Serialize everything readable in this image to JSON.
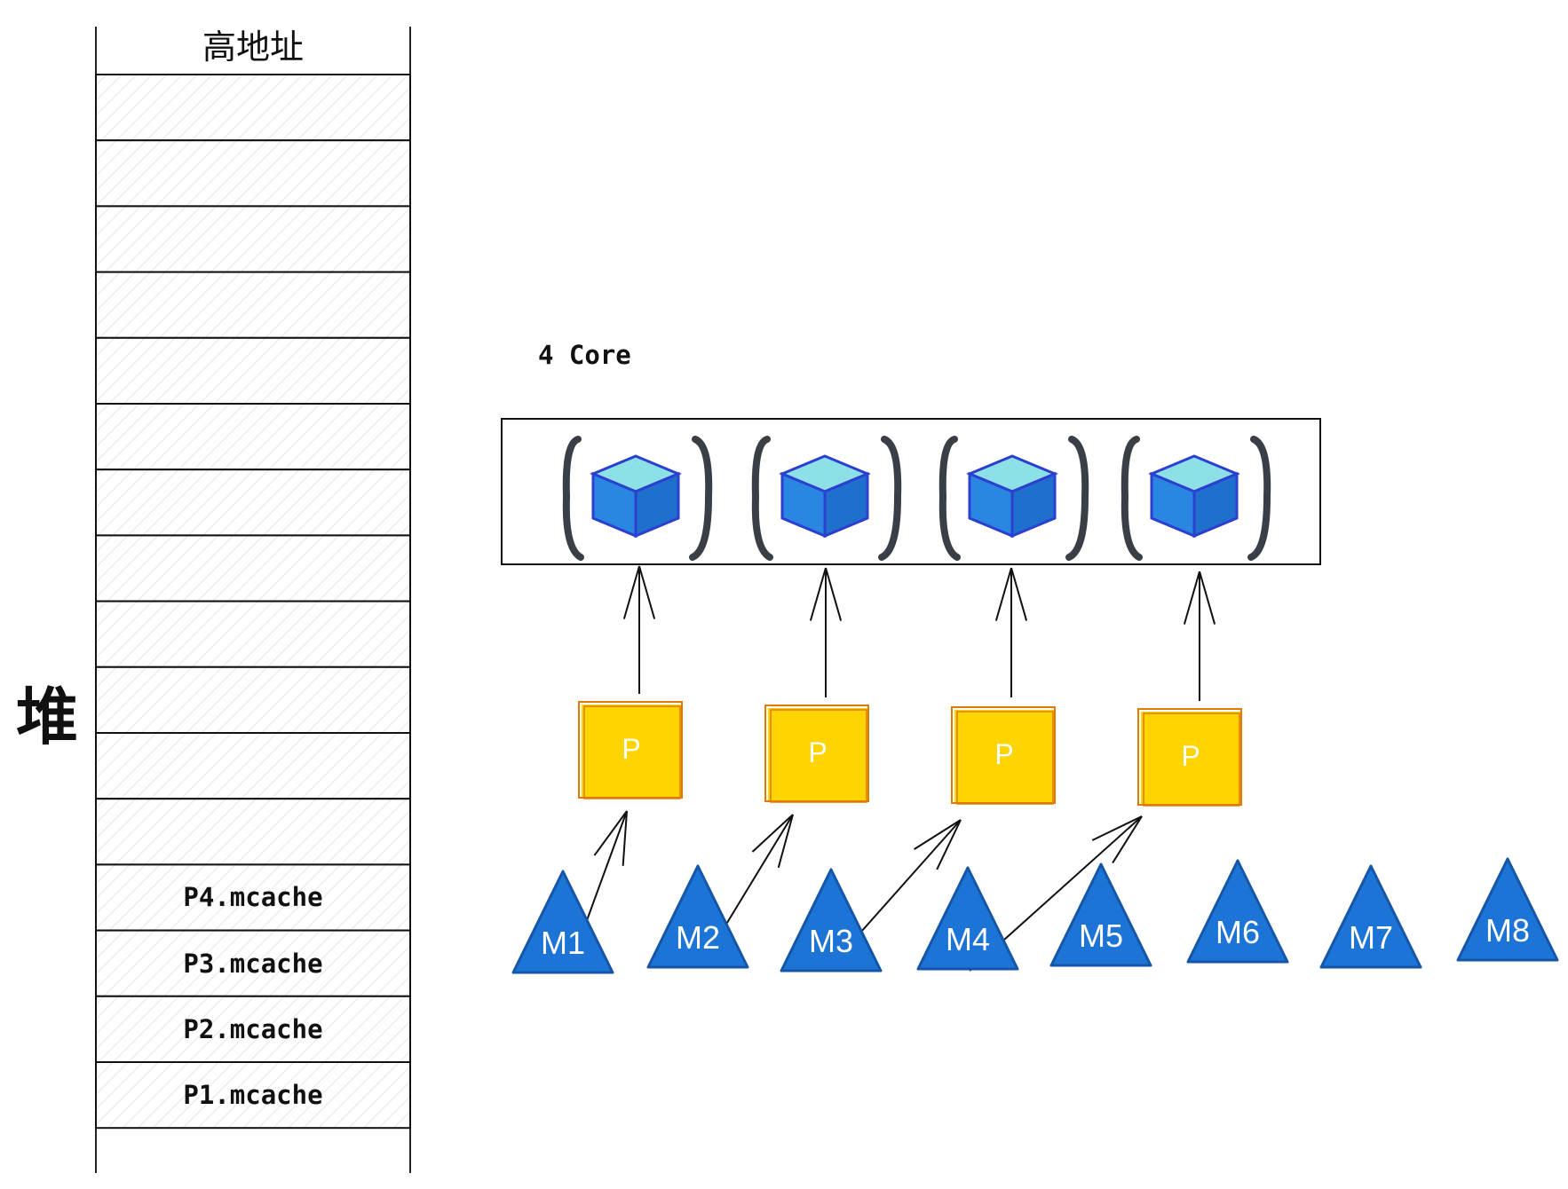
{
  "heap": {
    "title": "高地址",
    "side_label": "堆",
    "slots": [
      "",
      "",
      "",
      "",
      "",
      "",
      "",
      "",
      "",
      "",
      "",
      "",
      "P4.mcache",
      "P3.mcache",
      "P2.mcache",
      "P1.mcache"
    ]
  },
  "cpu": {
    "title": "4 Core",
    "core_count": 4,
    "cube_colors": {
      "top": "#8de0e6",
      "front": "#2a86e0",
      "side": "#1f6fcc",
      "outline": "#2b3fd1"
    }
  },
  "processors": [
    {
      "label": "P"
    },
    {
      "label": "P"
    },
    {
      "label": "P"
    },
    {
      "label": "P"
    }
  ],
  "threads": [
    {
      "label": "M1"
    },
    {
      "label": "M2"
    },
    {
      "label": "M3"
    },
    {
      "label": "M4"
    },
    {
      "label": "M5"
    },
    {
      "label": "M6"
    },
    {
      "label": "M7"
    },
    {
      "label": "M8"
    }
  ],
  "colors": {
    "processor_fill": "#ffd400",
    "processor_stroke": "#e07a00",
    "thread_fill": "#1c74d6",
    "thread_stroke": "#1556a8",
    "line": "#111111"
  }
}
